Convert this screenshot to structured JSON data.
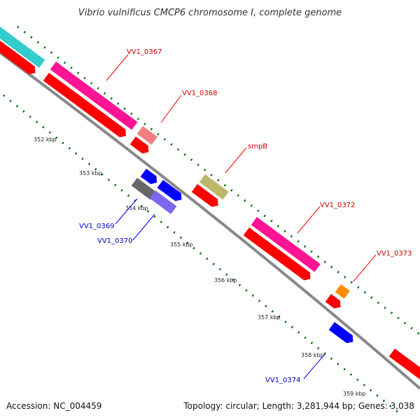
{
  "title": "Vibrio vulnificus CMCP6 chromosome I, complete genome",
  "ticks": [
    "352 kbp",
    "353 kbp",
    "354 kbp",
    "355 kbp",
    "356 kbp",
    "357 kbp",
    "358 kbp",
    "359 kbp"
  ],
  "genes": [
    {
      "label": "VV1_0367",
      "color": "#cc0000"
    },
    {
      "label": "VV1_0368",
      "color": "#cc0000"
    },
    {
      "label": "smpB",
      "color": "#cc0000"
    },
    {
      "label": "VV1_0372",
      "color": "#cc0000"
    },
    {
      "label": "VV1_0373",
      "color": "#cc0000"
    },
    {
      "label": "VV1_0369",
      "color": "#0000cc"
    },
    {
      "label": "VV1_0370",
      "color": "#0000cc"
    },
    {
      "label": "VV1_0374",
      "color": "#0000cc"
    }
  ],
  "colors": {
    "backbone": "#888888",
    "cds": "#ff0000",
    "forward_blue": "#0000ff",
    "ticks": "#006600",
    "cyan": "#33cccc",
    "magenta": "#ff1493",
    "salmon": "#f08080",
    "olive": "#bdb76b",
    "orange": "#ff8c00",
    "grey": "#666666",
    "lavender": "#7b68ee"
  },
  "footer": {
    "accession": "Accession: NC_004459",
    "summary": "Topology: circular; Length: 3,281,944 bp; Genes: 3,038"
  }
}
